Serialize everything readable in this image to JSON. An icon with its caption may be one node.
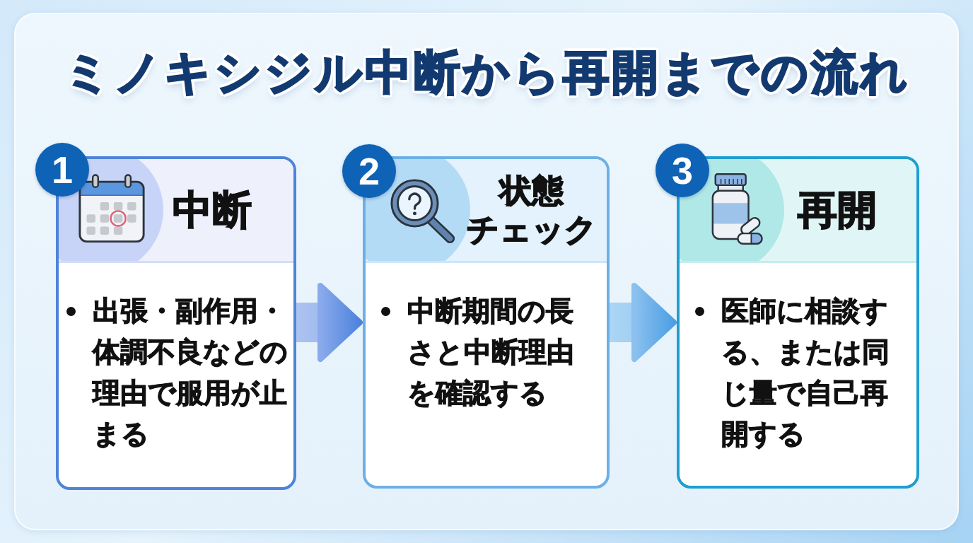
{
  "diagram": {
    "title": "ミノキシジル中断から再開までの流れ",
    "nodes": [
      {
        "text": [
          "1"
        ]
      },
      {
        "text": [
          "中断",
          "出張・副作用・体調不良などの理由で服用が止まる"
        ]
      },
      {
        "text": [
          "2"
        ]
      },
      {
        "text": [
          "状態チェック",
          "中断期間の長さと中断理由を確認する"
        ]
      },
      {
        "text": [
          "3"
        ]
      },
      {
        "text": [
          "再開",
          "医師に相談する、または同じ量で自己再開する"
        ]
      }
    ],
    "edges": [
      {
        "from": 1,
        "to": 3,
        "arrow": "to"
      },
      {
        "from": 3,
        "to": 5,
        "arrow": "to"
      }
    ]
  }
}
